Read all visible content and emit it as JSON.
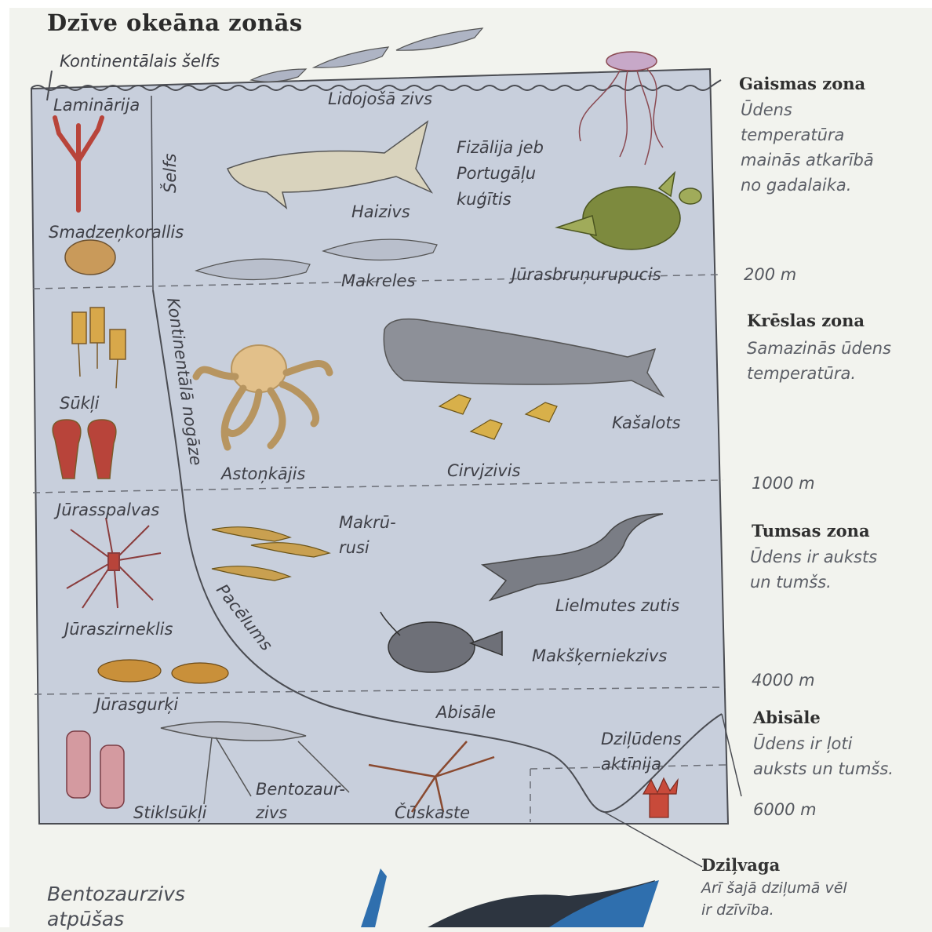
{
  "title": "Dzīve okeāna zonās",
  "labels": {
    "shelf_top": "Kontinentālais šelfs",
    "laminaria": "Laminārija",
    "flying_fish": "Lidojošā zivs",
    "shelf": "Šelfs",
    "physalia": "Fizālija jeb\nPortugāļu\nkuģītis",
    "shark": "Haizivs",
    "brain_coral": "Smadzeņkorallis",
    "mackerel": "Makreles",
    "sea_turtle": "Jūrasbruņurupucis",
    "sponges": "Sūkļi",
    "continental_slope": "Kontinentālā nogāze",
    "octopus": "Astoņkājis",
    "hatchetfish": "Cirvjzivis",
    "sperm_whale": "Kašalots",
    "sea_pens": "Jūrasspalvas",
    "macrourus_1": "Makrū-",
    "macrourus_2": "rusi",
    "rise": "Pacēlums",
    "gulper_eel": "Lielmutes zutis",
    "sea_spider": "Jūraszirneklis",
    "anglerfish": "Makšķerniekzivs",
    "sea_cucumbers": "Jūrasgurķi",
    "abyssal_plain": "Abisāle",
    "deep_anemone_1": "Dziļūdens",
    "deep_anemone_2": "aktīnija",
    "tripod_1": "Bentozaur-",
    "tripod_2": "zivs",
    "glass_sponges": "Stiklsūkļi",
    "brittle_star": "Čūskaste"
  },
  "zones": [
    {
      "title": "Gaismas zona",
      "desc": "Ūdens\ntemperatūra\nmainās atkarībā\nno gadalaika."
    },
    {
      "title": "Krēslas zona",
      "desc": "Samazinās ūdens\ntemperatūra."
    },
    {
      "title": "Tumsas zona",
      "desc": "Ūdens ir auksts\nun tumšs."
    },
    {
      "title": "Abisāle",
      "desc": "Ūdens ir ļoti\nauksts un tumšs."
    }
  ],
  "depths": [
    "200 m",
    "1000 m",
    "4000 m",
    "6000 m"
  ],
  "trench": {
    "title": "Dziļvaga",
    "desc": "Arī šajā dziļumā vēl\nir dzīvība."
  },
  "bottom_caption": "Bentozaurzivs\natpūšas",
  "colors": {
    "water": "#c8cfdc",
    "water_deep": "#c2c9d6",
    "border": "#4a4c52",
    "dashed": "#6b6e76",
    "coral_red": "#b8443a",
    "coral_tan": "#c99a5a",
    "octopus": "#e2c08a",
    "whale": "#8d9098",
    "turtle": "#7d8a3e",
    "shark": "#d9d3bd",
    "fish_yellow": "#d8b04a",
    "blue_fish": "#2f6fae"
  }
}
